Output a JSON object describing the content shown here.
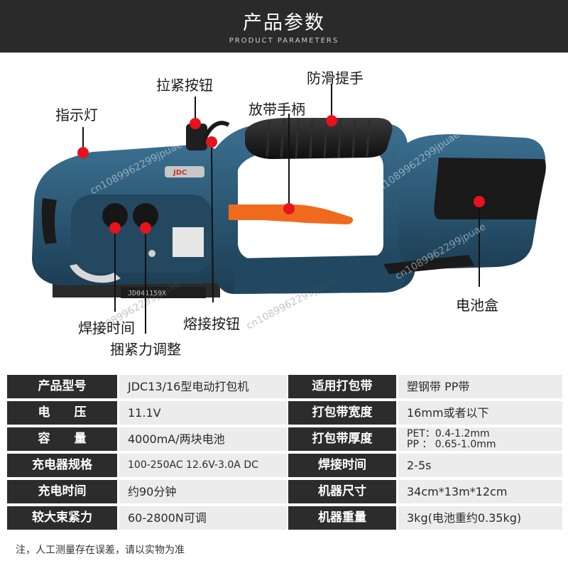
{
  "header": {
    "title": "产品参数",
    "subtitle": "PRODUCT PARAMETERS"
  },
  "callouts": {
    "indicator_light": "指示灯",
    "tension_button": "拉紧按钮",
    "non_slip_handle": "防滑提手",
    "release_handle": "放带手柄",
    "battery_box": "电池盒",
    "weld_time": "焊接时间",
    "tension_adjust": "捆紧力调整",
    "fusion_button": "熔接按钮"
  },
  "machine_marks": {
    "brand_badge": "JDC",
    "serial_plate": "JD041159X"
  },
  "watermark": "cn1089962299jpuae",
  "specs": [
    {
      "label": "产品型号",
      "value": "JDC13/16型电动打包机",
      "label2": "适用打包带",
      "value2": "塑钢带 PP带"
    },
    {
      "label": "电　　压",
      "value": "11.1V",
      "label2": "打包带宽度",
      "value2": "16mm或者以下"
    },
    {
      "label": "容　　量",
      "value": "4000mA/两块电池",
      "label2": "打包带厚度",
      "value2": "PET：0.4-1.2mm",
      "value2b": "PP ： 0.65-1.0mm"
    },
    {
      "label": "充电器规格",
      "value": "100-250AC 12.6V-3.0A DC",
      "label2": "焊接时间",
      "value2": "2-5s"
    },
    {
      "label": "充电时间",
      "value": "约90分钟",
      "label2": "机器尺寸",
      "value2": "34cm*13m*12cm"
    },
    {
      "label": "较大束紧力",
      "value": "60-2800N可调",
      "label2": "机器重量",
      "value2": "3kg(电池重约0.35kg)"
    }
  ],
  "note": "注，人工测量存在误差，请以实物为准",
  "colors": {
    "header_bg": "#2a2a2a",
    "label_bg": "#2c2c2c",
    "value_bg": "#ececec",
    "machine_body": "#2b5773",
    "grip_black": "#1a1a1a",
    "release_lever": "#f06a1e",
    "marker_red": "#e8121c"
  }
}
